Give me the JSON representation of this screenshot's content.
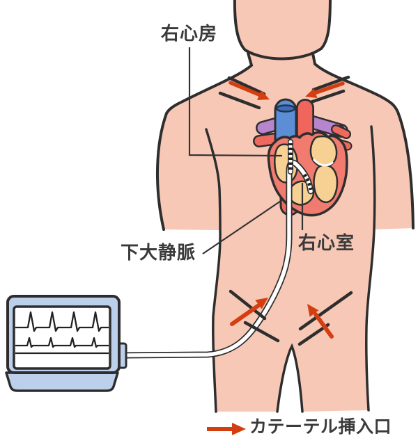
{
  "diagram": {
    "labels": {
      "right_atrium": "右心房",
      "inferior_vena_cava": "下大静脈",
      "right_ventricle": "右心室"
    },
    "legend": {
      "catheter_insertion": "カテーテル挿入口"
    },
    "icons": {
      "insertion_arrow": "red-arrow",
      "insertion_site_mark": "black-tick-lines",
      "monitor": "ecg-monitor"
    },
    "monitor": {
      "trace_count": 2
    },
    "colors": {
      "skin": "#f8c8b6",
      "outline": "#2e2e2e",
      "arrow_red": "#d43f12",
      "heart_red": "#f07b6e",
      "chamber_tan": "#f6d193",
      "vein_blue": "#5b8ed6",
      "vessel_purple": "#b685cd",
      "vessel_red": "#ee6a5f",
      "monitor_blue": "#bcd0ec",
      "catheter_white": "#ffffff",
      "label_text": "#3a3a3a"
    }
  }
}
